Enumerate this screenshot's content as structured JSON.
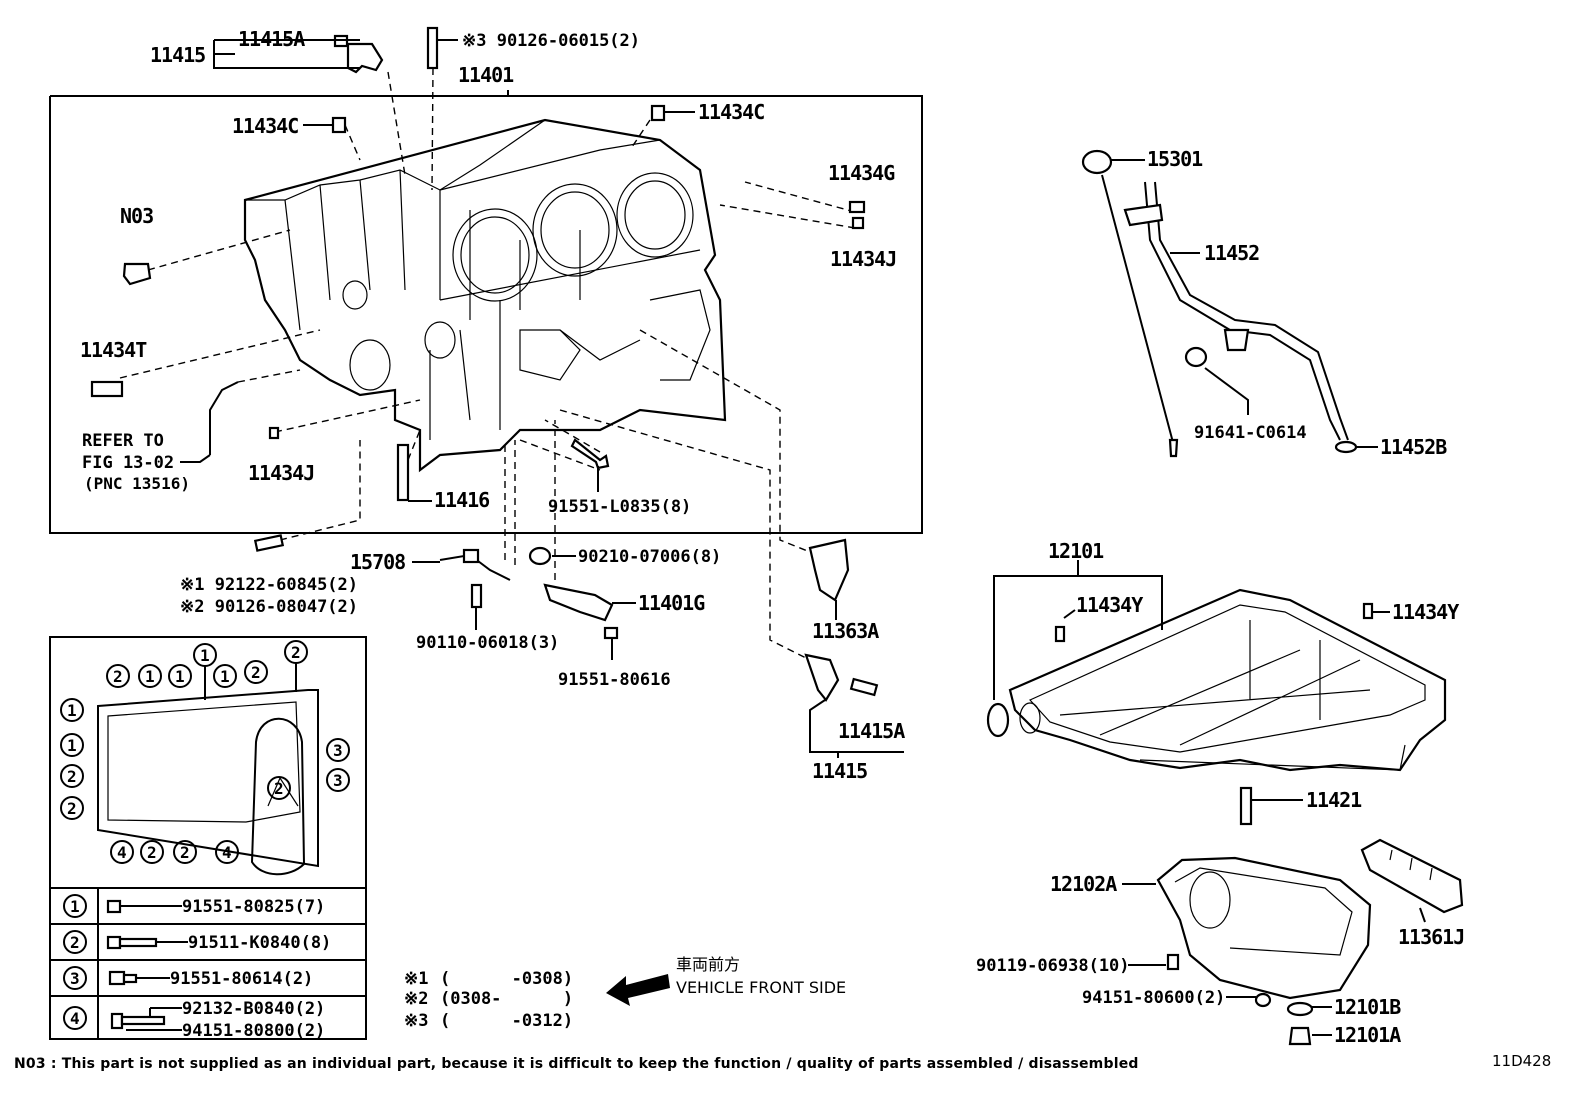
{
  "labels": {
    "p11415_top": "11415",
    "p11415A_top": "11415A",
    "p90126_06015": "※3 90126-06015(2)",
    "p11401": "11401",
    "p11434C_left": "11434C",
    "p11434C_right": "11434C",
    "p11434G": "11434G",
    "p11434J_right": "11434J",
    "pN03": "N03",
    "p11434T": "11434T",
    "refer_line1": "REFER TO",
    "refer_line2": "FIG 13-02",
    "refer_line3": "(PNC 13516)",
    "p11434J_left": "11434J",
    "p11416": "11416",
    "p91551_L0835": "91551-L0835(8)",
    "p15301": "15301",
    "p11452": "11452",
    "p91641_C0614": "91641-C0614",
    "p11452B": "11452B",
    "p15708": "15708",
    "p90210_07006": "90210-07006(8)",
    "p11401G": "11401G",
    "p92122_60845": "※1 92122-60845(2)",
    "p90126_08047": "※2 90126-08047(2)",
    "p90110_06018": "90110-06018(3)",
    "p91551_80616": "91551-80616",
    "p11363A": "11363A",
    "p11415A_low": "11415A",
    "p11415_low": "11415",
    "p12101": "12101",
    "p11434Y_left": "11434Y",
    "p11434Y_right": "11434Y",
    "p11421": "11421",
    "p12102A": "12102A",
    "p11361J": "11361J",
    "p90119_06938": "90119-06938(10)",
    "p94151_80600": "94151-80600(2)",
    "p12101B": "12101B",
    "p12101A": "12101A"
  },
  "legend_rows": [
    {
      "num": "1",
      "part": "91551-80825(7)"
    },
    {
      "num": "2",
      "part": "91511-K0840(8)"
    },
    {
      "num": "3",
      "part": "91551-80614(2)"
    },
    {
      "num": "4",
      "part_a": "92132-B0840(2)",
      "part_b": "94151-80800(2)"
    }
  ],
  "bolt_positions": {
    "top_row": [
      "2",
      "1",
      "1",
      "1",
      "1",
      "2",
      "2"
    ],
    "left_col": [
      "1",
      "1",
      "2",
      "2"
    ],
    "right_col": [
      "3",
      "3"
    ],
    "bottom_row": [
      "4",
      "2",
      "2",
      "4"
    ],
    "inner": "2"
  },
  "footnotes": [
    {
      "mark": "※1",
      "range": "(      -0308)"
    },
    {
      "mark": "※2",
      "range": "(0308-      )"
    },
    {
      "mark": "※3",
      "range": "(      -0312)"
    }
  ],
  "front_side": {
    "jp": "車両前方",
    "en": "VEHICLE FRONT SIDE"
  },
  "note": "N03 : This part is not supplied as an individual part, because it is difficult to keep the function / quality of parts  assembled / disassembled",
  "fig_number": "11D428"
}
